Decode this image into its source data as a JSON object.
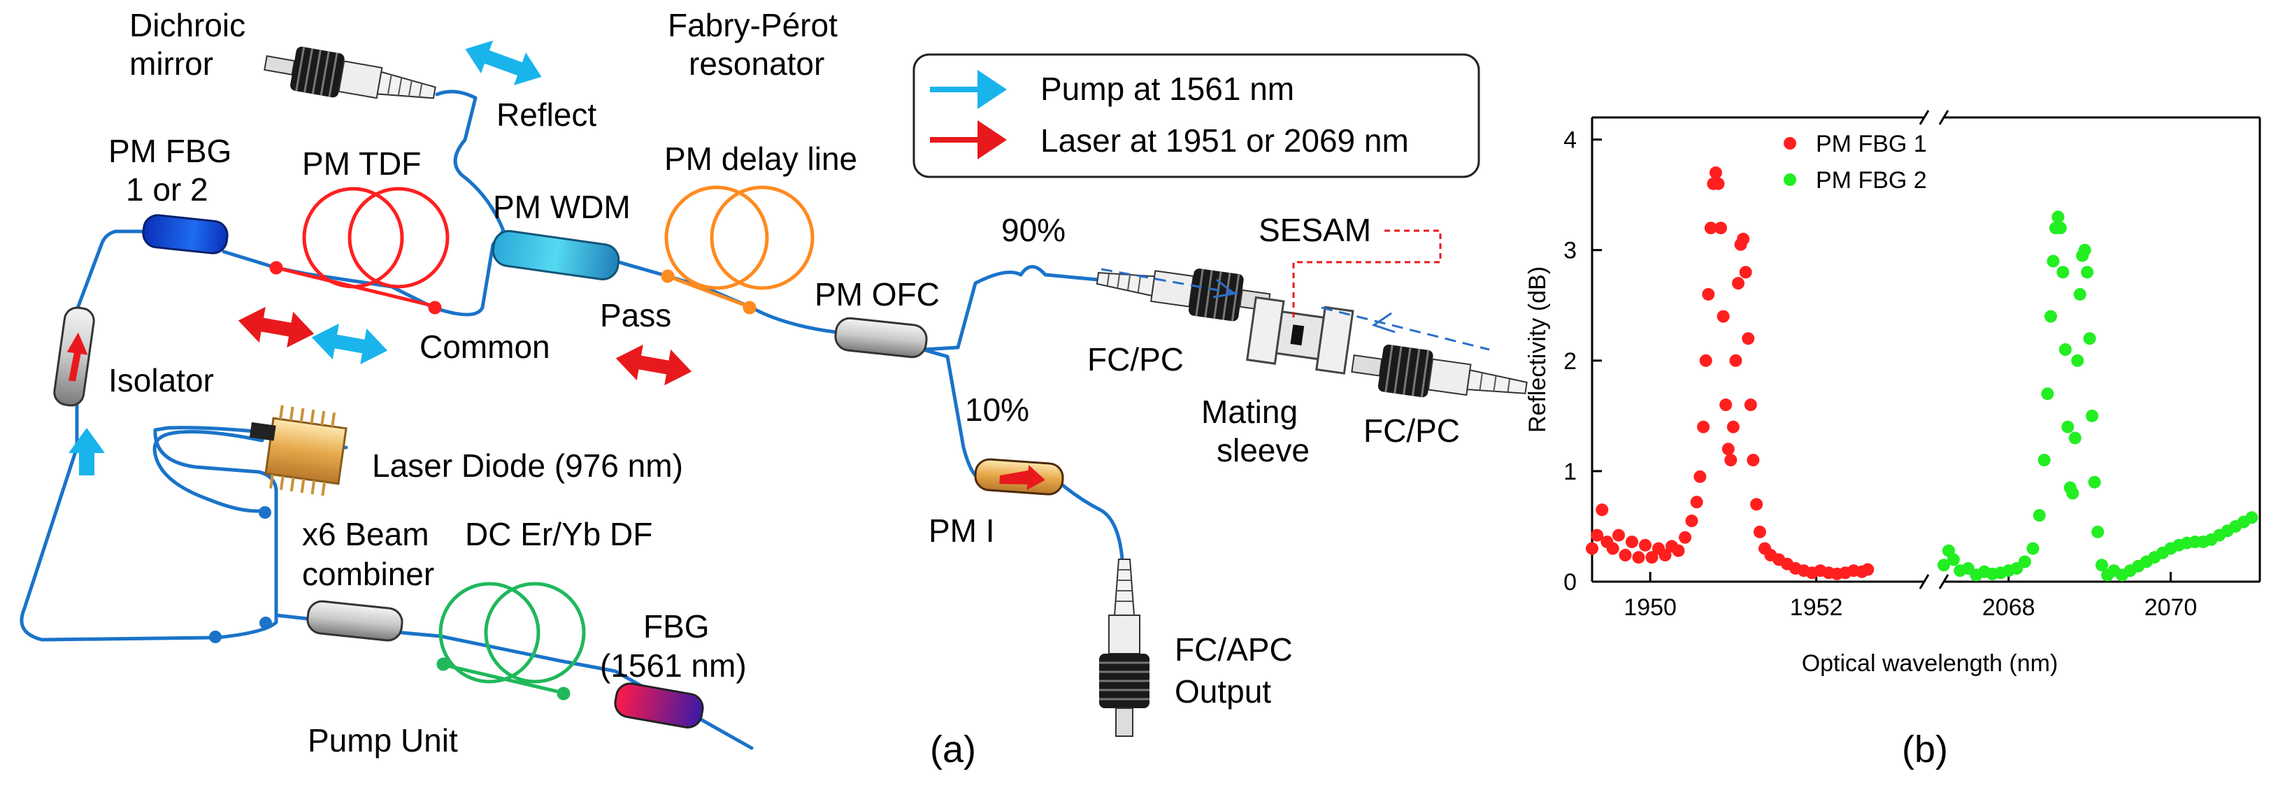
{
  "labels": {
    "dichroic_mirror": [
      "Dichroic",
      "mirror"
    ],
    "fabry_perot": [
      "Fabry-Pérot",
      "resonator"
    ],
    "reflect": "Reflect",
    "pm_fbg": [
      "PM FBG",
      "1 or 2"
    ],
    "pm_tdf": "PM TDF",
    "pm_wdm": "PM WDM",
    "pm_delay_line": "PM delay line",
    "pct_90": "90%",
    "sesam": "SESAM",
    "pm_ofc": "PM OFC",
    "pass": "Pass",
    "common": "Common",
    "isolator": "Isolator",
    "fcpc_1": "FC/PC",
    "fcpc_2": "FC/PC",
    "mating_sleeve": [
      "Mating",
      "sleeve"
    ],
    "pct_10": "10%",
    "laser_diode": "Laser Diode (976 nm)",
    "beam_combiner": [
      "x6 Beam",
      "combiner"
    ],
    "dc_er_yb_df": "DC Er/Yb DF",
    "pm_i": "PM I",
    "fbg_1561": [
      "FBG",
      "(1561 nm)"
    ],
    "fcapc_output": [
      "FC/APC",
      "Output"
    ],
    "pump_unit": "Pump Unit",
    "panel_a": "(a)",
    "panel_b": "(b)"
  },
  "legend_box": {
    "pump": "Pump at 1561 nm",
    "laser": "Laser at 1951 or 2069 nm"
  },
  "colors": {
    "fiber": "#1a73c9",
    "pump_arrow": "#19b4ec",
    "laser_arrow": "#e8191c",
    "tdf_coil": "#ff1f1f",
    "delay_coil": "#ff8a1f",
    "dcf_coil": "#1fb85a",
    "series1": "#ff1f1f",
    "series2": "#22ee22"
  },
  "chart_data": {
    "type": "scatter",
    "xlabel": "Optical wavelength (nm)",
    "ylabel": "Reflectivity (dB)",
    "broken_x_axis": true,
    "ylim": [
      0,
      4.2
    ],
    "yticks": [
      0,
      1,
      2,
      3,
      4
    ],
    "segments": [
      {
        "xlim": [
          1949.3,
          1953.3
        ],
        "xticks": [
          1950,
          1952
        ]
      },
      {
        "xlim": [
          2067.2,
          2071.1
        ],
        "xticks": [
          2068,
          2070
        ]
      }
    ],
    "legend": {
      "position": "top-center"
    },
    "series": [
      {
        "name": "PM FBG 1",
        "color": "#ff1f1f",
        "segment": 0,
        "points": [
          [
            1949.3,
            0.3
          ],
          [
            1949.36,
            0.42
          ],
          [
            1949.42,
            0.65
          ],
          [
            1949.48,
            0.36
          ],
          [
            1949.55,
            0.3
          ],
          [
            1949.62,
            0.42
          ],
          [
            1949.7,
            0.24
          ],
          [
            1949.78,
            0.36
          ],
          [
            1949.86,
            0.22
          ],
          [
            1949.94,
            0.33
          ],
          [
            1950.02,
            0.22
          ],
          [
            1950.1,
            0.3
          ],
          [
            1950.18,
            0.24
          ],
          [
            1950.26,
            0.32
          ],
          [
            1950.34,
            0.28
          ],
          [
            1950.42,
            0.4
          ],
          [
            1950.5,
            0.55
          ],
          [
            1950.56,
            0.72
          ],
          [
            1950.6,
            0.95
          ],
          [
            1950.64,
            1.4
          ],
          [
            1950.67,
            2.0
          ],
          [
            1950.7,
            2.6
          ],
          [
            1950.73,
            3.2
          ],
          [
            1950.76,
            3.6
          ],
          [
            1950.79,
            3.7
          ],
          [
            1950.82,
            3.6
          ],
          [
            1950.85,
            3.2
          ],
          [
            1950.88,
            2.4
          ],
          [
            1950.91,
            1.6
          ],
          [
            1950.94,
            1.2
          ],
          [
            1950.97,
            1.1
          ],
          [
            1951.0,
            1.4
          ],
          [
            1951.03,
            2.0
          ],
          [
            1951.06,
            2.7
          ],
          [
            1951.09,
            3.05
          ],
          [
            1951.12,
            3.1
          ],
          [
            1951.15,
            2.8
          ],
          [
            1951.18,
            2.2
          ],
          [
            1951.21,
            1.6
          ],
          [
            1951.24,
            1.1
          ],
          [
            1951.28,
            0.7
          ],
          [
            1951.32,
            0.45
          ],
          [
            1951.38,
            0.3
          ],
          [
            1951.45,
            0.24
          ],
          [
            1951.55,
            0.2
          ],
          [
            1951.65,
            0.16
          ],
          [
            1951.75,
            0.12
          ],
          [
            1951.85,
            0.1
          ],
          [
            1951.95,
            0.08
          ],
          [
            1952.05,
            0.1
          ],
          [
            1952.15,
            0.08
          ],
          [
            1952.25,
            0.07
          ],
          [
            1952.35,
            0.08
          ],
          [
            1952.45,
            0.1
          ],
          [
            1952.55,
            0.09
          ],
          [
            1952.62,
            0.11
          ]
        ]
      },
      {
        "name": "PM FBG 2",
        "color": "#22ee22",
        "segment": 1,
        "points": [
          [
            2067.2,
            0.15
          ],
          [
            2067.26,
            0.28
          ],
          [
            2067.32,
            0.2
          ],
          [
            2067.4,
            0.1
          ],
          [
            2067.5,
            0.12
          ],
          [
            2067.6,
            0.06
          ],
          [
            2067.7,
            0.09
          ],
          [
            2067.8,
            0.07
          ],
          [
            2067.9,
            0.08
          ],
          [
            2068.0,
            0.1
          ],
          [
            2068.1,
            0.12
          ],
          [
            2068.2,
            0.18
          ],
          [
            2068.3,
            0.3
          ],
          [
            2068.38,
            0.6
          ],
          [
            2068.44,
            1.1
          ],
          [
            2068.48,
            1.7
          ],
          [
            2068.52,
            2.4
          ],
          [
            2068.55,
            2.9
          ],
          [
            2068.58,
            3.2
          ],
          [
            2068.61,
            3.3
          ],
          [
            2068.64,
            3.2
          ],
          [
            2068.67,
            2.8
          ],
          [
            2068.7,
            2.1
          ],
          [
            2068.73,
            1.4
          ],
          [
            2068.76,
            0.85
          ],
          [
            2068.79,
            0.8
          ],
          [
            2068.82,
            1.3
          ],
          [
            2068.85,
            2.0
          ],
          [
            2068.88,
            2.6
          ],
          [
            2068.91,
            2.95
          ],
          [
            2068.94,
            3.0
          ],
          [
            2068.97,
            2.8
          ],
          [
            2069.0,
            2.2
          ],
          [
            2069.03,
            1.5
          ],
          [
            2069.06,
            0.9
          ],
          [
            2069.1,
            0.45
          ],
          [
            2069.15,
            0.15
          ],
          [
            2069.22,
            0.06
          ],
          [
            2069.3,
            0.1
          ],
          [
            2069.4,
            0.06
          ],
          [
            2069.5,
            0.1
          ],
          [
            2069.6,
            0.14
          ],
          [
            2069.7,
            0.18
          ],
          [
            2069.8,
            0.22
          ],
          [
            2069.9,
            0.26
          ],
          [
            2070.0,
            0.3
          ],
          [
            2070.1,
            0.33
          ],
          [
            2070.2,
            0.35
          ],
          [
            2070.3,
            0.36
          ],
          [
            2070.4,
            0.36
          ],
          [
            2070.5,
            0.38
          ],
          [
            2070.6,
            0.42
          ],
          [
            2070.7,
            0.46
          ],
          [
            2070.8,
            0.5
          ],
          [
            2070.9,
            0.54
          ],
          [
            2071.0,
            0.58
          ]
        ]
      }
    ]
  }
}
